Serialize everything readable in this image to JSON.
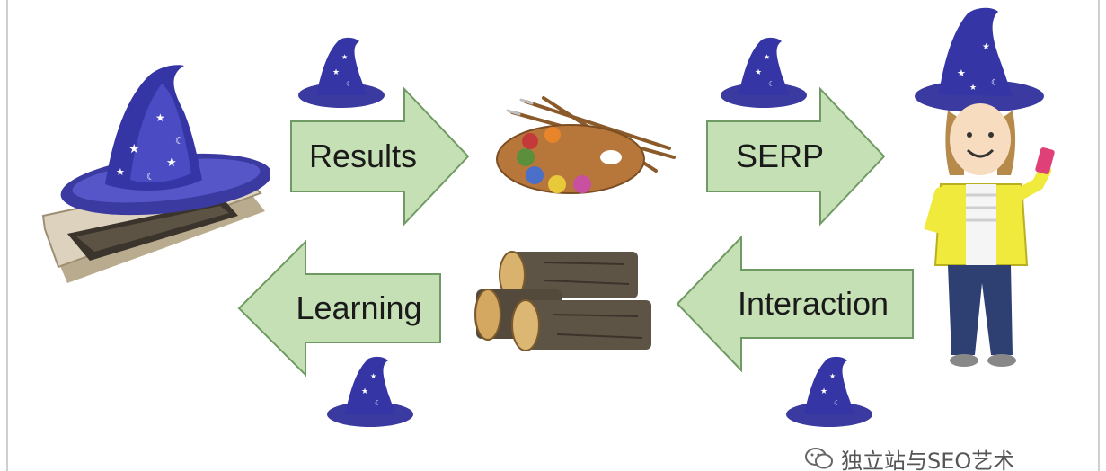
{
  "diagram": {
    "arrows": {
      "results": "Results",
      "serp": "SERP",
      "interaction": "Interaction",
      "learning": "Learning"
    }
  },
  "watermark": {
    "text": "独立站与SEO艺术",
    "icon": "wechat-icon"
  },
  "colors": {
    "arrow_fill": "#c5e0b4",
    "arrow_stroke": "#6f9a63",
    "hat_blue": "#3a3aa0",
    "hat_dark": "#23236e"
  }
}
